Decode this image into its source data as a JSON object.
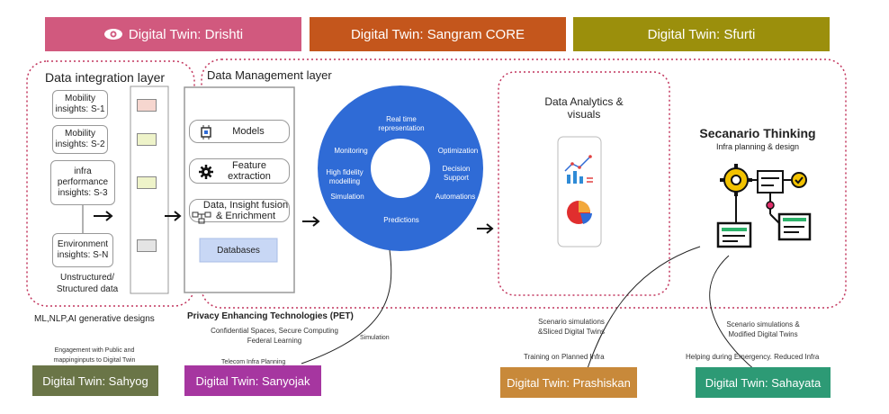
{
  "banners": {
    "drishti": "Digital Twin: Drishti",
    "sangram": "Digital Twin: Sangram CORE",
    "sfurti": "Digital Twin: Sfurti",
    "sahyog": "Digital Twin: Sahyog",
    "sanyojak": "Digital Twin: Sanyojak",
    "prashiskan": "Digital Twin: Prashiskan",
    "sahayata": "Digital Twin: Sahayata"
  },
  "integration": {
    "title": "Data integration layer",
    "insights": [
      "Mobility insights: S-1",
      "Mobility insights: S-2",
      "infra performance insights: S-3",
      "Environment insights: S-N"
    ],
    "footer": "Unstructured/ Structured data",
    "bottom_label": "ML,NLP,AI generative designs"
  },
  "management": {
    "title": "Data Management layer",
    "models": "Models",
    "feature": "Feature extraction",
    "fusion": "Data, Insight fusion & Enrichment",
    "databases": "Databases"
  },
  "ring": {
    "realtime": "Real time representation",
    "monitoring": "Monitoring",
    "optimization": "Optimization",
    "high_fidelity": "High fidelity modelling",
    "decision": "Decision Support",
    "simulation": "Simulation",
    "automations": "Automations",
    "predictions": "Predictions"
  },
  "analytics": {
    "title": "Data Analytics & visuals"
  },
  "scenario": {
    "title": "Secanario Thinking",
    "subtitle": "Infra planning & design"
  },
  "annotations": {
    "pet_title": "Privacy Enhancing Technologies (PET)",
    "pet_body": "Confidential Spaces, Secure Computing Federal Learning",
    "simulation": "Simulation",
    "engagement": "Engagement with Public and mappinginputs to Digital Twin",
    "telecom": "Telecom Infra Planning",
    "scenario_sliced": "Scenario simulations &Sliced Digital Twins",
    "training": "Training on Planned Infra",
    "scenario_modified": "Scenario simulations & Modified Digital Twins",
    "helping": "Helping during Emergency. Reduced Infra"
  },
  "colors": {
    "drishti": "#d1597e",
    "sangram": "#c4561c",
    "sfurti": "#9b8f0c",
    "sahyog": "#6a7547",
    "sanyojak": "#a636a0",
    "prashiskan": "#c8893a",
    "sahayata": "#2d9a75",
    "ring": "#2f6bd6",
    "dotted": "#c2365e"
  },
  "icons": [
    "eye-icon",
    "cpu-icon",
    "gear-icon",
    "network-icon",
    "chart-icon",
    "pie-icon",
    "gear-flow-icon"
  ]
}
